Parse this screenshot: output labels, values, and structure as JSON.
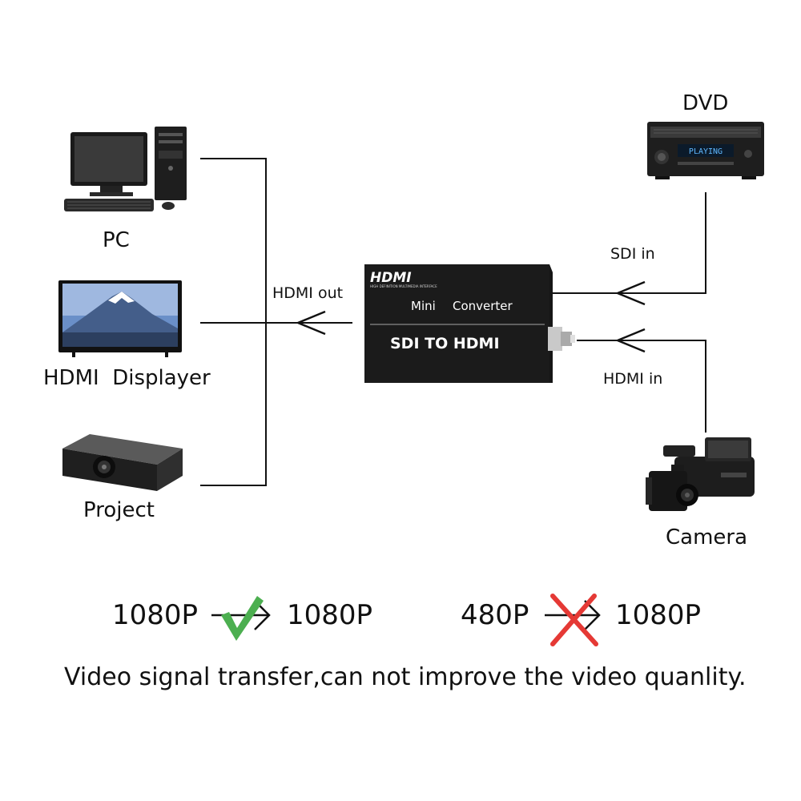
{
  "devices": {
    "pc": {
      "label": "PC",
      "icon": "pc-icon"
    },
    "hdmi_displayer": {
      "label": "HDMI  Displayer",
      "icon": "tv-icon"
    },
    "projector": {
      "label": "Project",
      "icon": "projector-icon"
    },
    "dvd": {
      "label": "DVD",
      "icon": "dvd-player-icon",
      "screen_text": "PLAYING"
    },
    "camera": {
      "label": "Camera",
      "icon": "video-camera-icon"
    }
  },
  "converter": {
    "brand": "HDMI",
    "brand_subtext": "HIGH DEFINITION MULTIMEDIA INTERFACE",
    "mini": "Mini",
    "converter_label": "Converter",
    "model": "SDI TO HDMI"
  },
  "connections": {
    "hdmi_out": "HDMI out",
    "sdi_in": "SDI in",
    "hdmi_in": "HDMI in"
  },
  "comparison": {
    "left": {
      "from": "1080P",
      "to": "1080P",
      "status_icon": "check-icon"
    },
    "right": {
      "from": "480P",
      "to": "1080P",
      "status_icon": "cross-icon"
    }
  },
  "note": "Video signal transfer,can not improve the video quanlity.",
  "colors": {
    "check": "#4caf50",
    "cross": "#e53935",
    "device_body": "#1c1c1c"
  }
}
